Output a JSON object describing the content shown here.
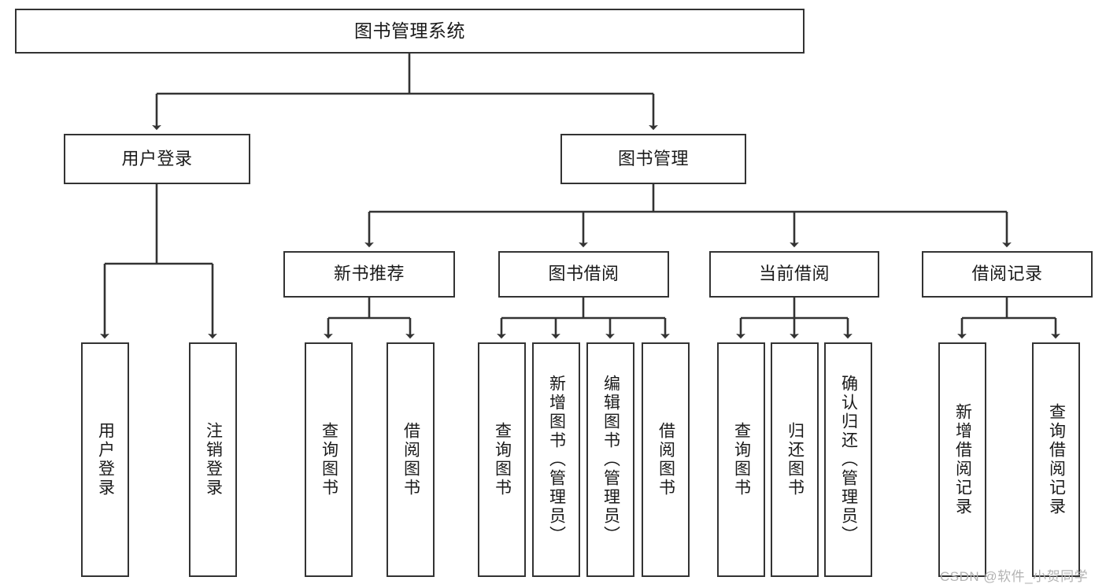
{
  "diagram": {
    "title": "图书管理系统",
    "type": "tree-hierarchy",
    "colors": {
      "box_border": "#333333",
      "box_fill": "#ffffff",
      "connector": "#333333",
      "text": "#1a1a1a",
      "watermark": "#b3b3b3"
    },
    "root": {
      "label": "图书管理系统"
    },
    "level2": [
      {
        "label": "用户登录"
      },
      {
        "label": "图书管理"
      }
    ],
    "level3": [
      {
        "label": "新书推荐"
      },
      {
        "label": "图书借阅"
      },
      {
        "label": "当前借阅"
      },
      {
        "label": "借阅记录"
      }
    ],
    "leaves": {
      "user_login": [
        {
          "label": "用户登录"
        },
        {
          "label": "注销登录"
        }
      ],
      "new_book_recommend": [
        {
          "label": "查询图书"
        },
        {
          "label": "借阅图书"
        }
      ],
      "book_borrow": [
        {
          "label": "查询图书"
        },
        {
          "label": "新增图书（管理员）"
        },
        {
          "label": "编辑图书（管理员）"
        },
        {
          "label": "借阅图书"
        }
      ],
      "current_borrow": [
        {
          "label": "查询图书"
        },
        {
          "label": "归还图书"
        },
        {
          "label": "确认归还（管理员）"
        }
      ],
      "borrow_record": [
        {
          "label": "新增借阅记录"
        },
        {
          "label": "查询借阅记录"
        }
      ]
    }
  },
  "watermark": {
    "text": "CSDN @软件_小贺同学"
  }
}
